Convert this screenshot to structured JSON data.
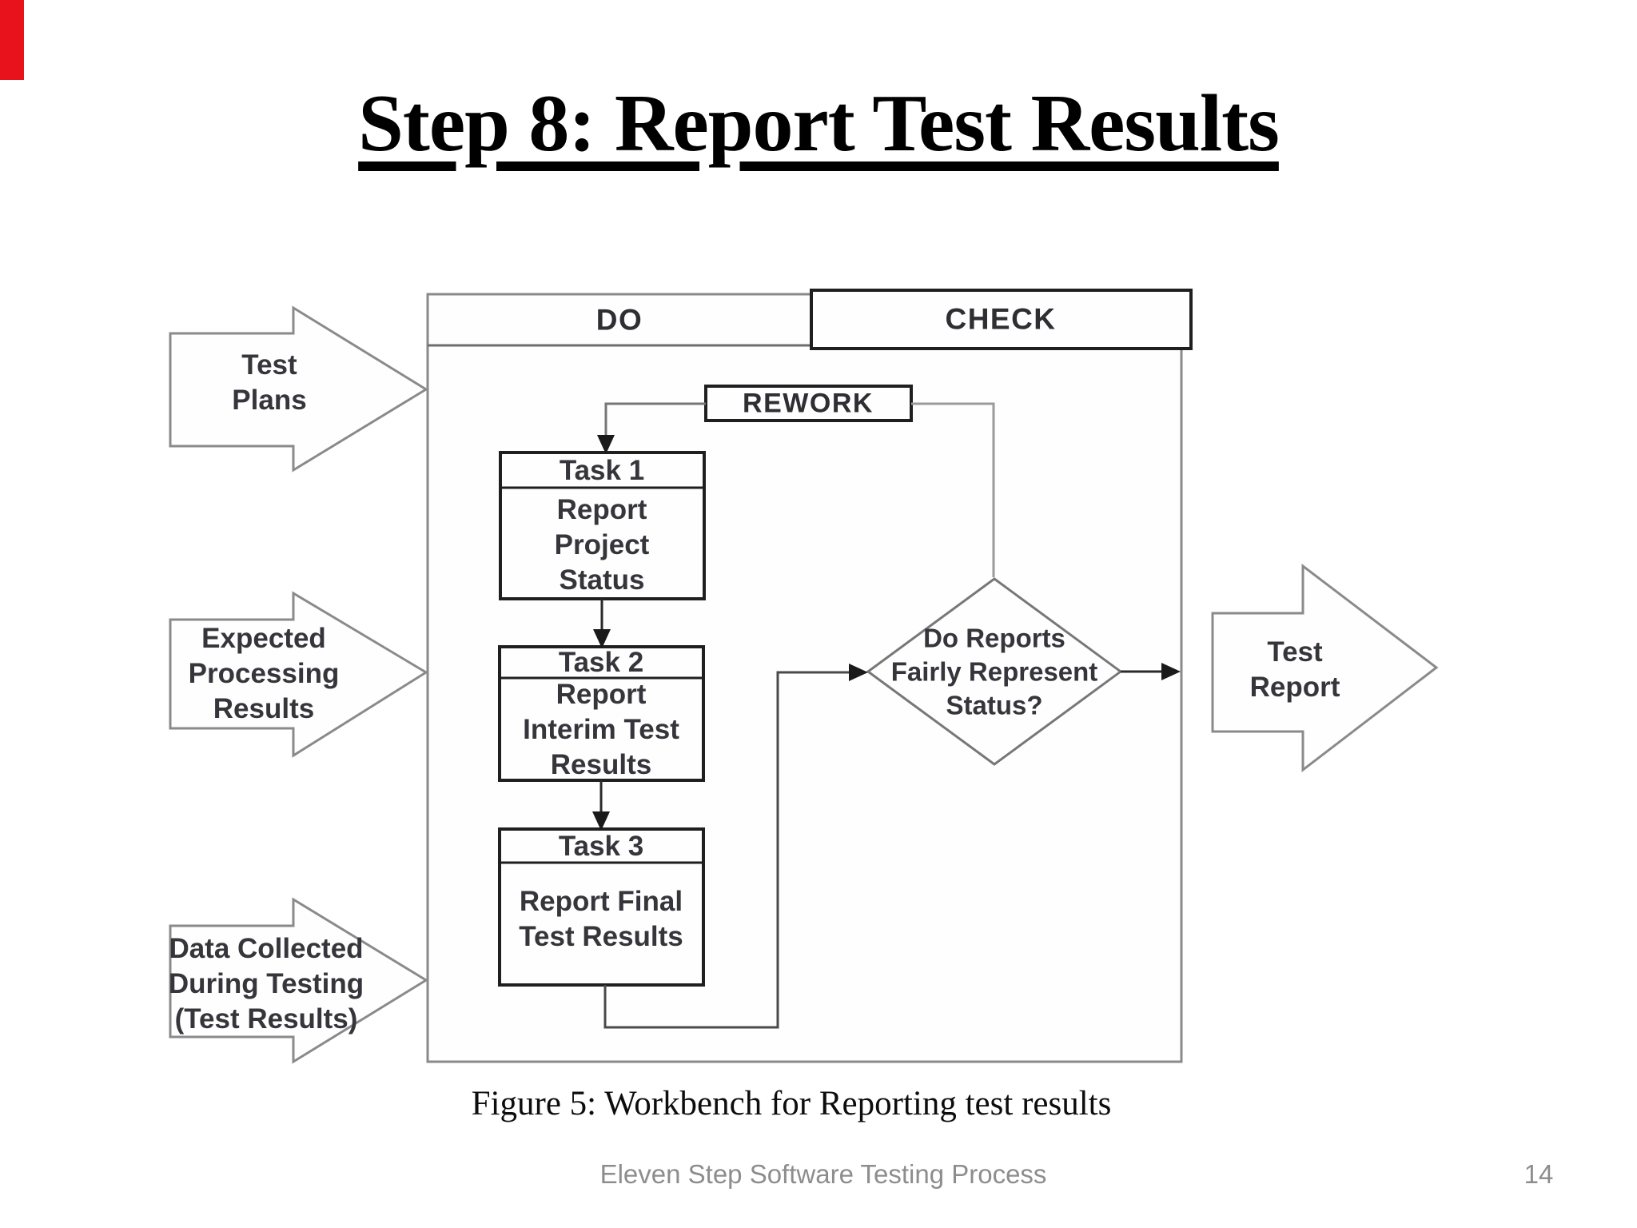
{
  "slide": {
    "title": "Step 8: Report Test Results",
    "caption": "Figure 5: Workbench for Reporting test results",
    "footer": {
      "text": "Eleven Step Software Testing Process",
      "page_number": "14"
    },
    "corner_marker_color": "#e8121c"
  },
  "diagram": {
    "header": {
      "do_label": "DO",
      "check_label": "CHECK"
    },
    "rework_label": "REWORK",
    "tasks": [
      {
        "title": "Task 1",
        "body": "Report\nProject\nStatus"
      },
      {
        "title": "Task 2",
        "body": "Report\nInterim Test\nResults"
      },
      {
        "title": "Task 3",
        "body": "Report Final\nTest Results"
      }
    ],
    "decision": {
      "label": "Do Reports\nFairly Represent\nStatus?"
    },
    "inputs": [
      {
        "label": "Test\nPlans"
      },
      {
        "label": "Expected\nProcessing\nResults"
      },
      {
        "label": "Data Collected\nDuring Testing\n(Test Results)"
      }
    ],
    "output": {
      "label": "Test\nReport"
    },
    "line_color": "#8a8a8a",
    "box_border_color": "#1f1f1f"
  }
}
